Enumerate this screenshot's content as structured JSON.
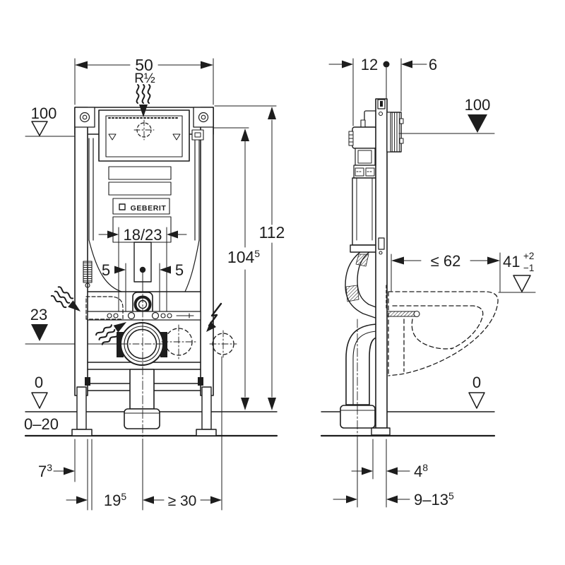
{
  "drawing": {
    "brand": "GEBERIT",
    "line_color": "#1d1d1d",
    "front": {
      "width": "50",
      "supply": "R½",
      "actuator_height": "100",
      "rod_spacing": "18/23",
      "offset_left": "5",
      "offset_right": "5",
      "outlet_height": "23",
      "floor": "0",
      "floor_range": "0–20",
      "total_height": "112",
      "supply_height": {
        "base": "104",
        "sup": "5"
      },
      "foot_offset": {
        "base": "7",
        "sup": "3"
      },
      "outlet_offset": {
        "base": "19",
        "sup": "5"
      },
      "side_clearance": "≥ 30"
    },
    "side": {
      "frame_depth": "12",
      "actuator_depth": "6",
      "actuator_height": "100",
      "bowl_depth": "≤ 62",
      "bowl_height": {
        "base": "41",
        "plus": "+2",
        "minus": "−1"
      },
      "floor": "0",
      "wall_gap": {
        "base": "4",
        "sup": "8"
      },
      "outlet_range": {
        "base": "9–13",
        "sup": "5"
      }
    }
  }
}
